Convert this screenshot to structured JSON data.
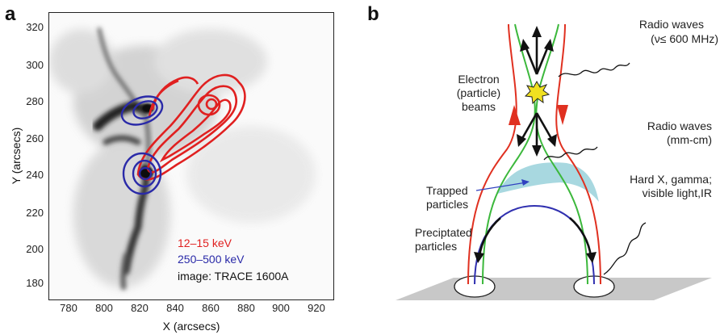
{
  "panel_a": {
    "letter": "a",
    "x_ticks": [
      "780",
      "800",
      "820",
      "840",
      "860",
      "880",
      "900",
      "920"
    ],
    "y_ticks": [
      "320",
      "300",
      "280",
      "260",
      "240",
      "220",
      "200",
      "180"
    ],
    "xlabel": "X (arcsecs)",
    "ylabel": "Y (arcsecs)",
    "legend": [
      {
        "text": "12–15 keV",
        "color": "#e02020"
      },
      {
        "text": "250–500 keV",
        "color": "#2a2aa8"
      },
      {
        "text": "image: TRACE 1600A",
        "color": "#111111"
      }
    ]
  },
  "panel_b": {
    "letter": "b",
    "labels": {
      "radio_waves_1": "Radio waves",
      "radio_waves_1_freq": "(ν≤ 600 MHz)",
      "electron_beams_1": "Electron",
      "electron_beams_2": "(particle)",
      "electron_beams_3": "beams",
      "radio_waves_2": "Radio waves",
      "radio_waves_2_freq": "(mm-cm)",
      "trapped_1": "Trapped",
      "trapped_2": "particles",
      "hard_x_1": "Hard X, gamma;",
      "hard_x_2": "visible light,IR",
      "precipitated_1": "Preciptated",
      "precipitated_2": "particles"
    },
    "colors": {
      "red_field": "#e03020",
      "green_field": "#3cb83c",
      "blue_loop": "#3030b0",
      "trapped_region": "#a8d8e0",
      "surface": "#c8c8c8"
    }
  }
}
